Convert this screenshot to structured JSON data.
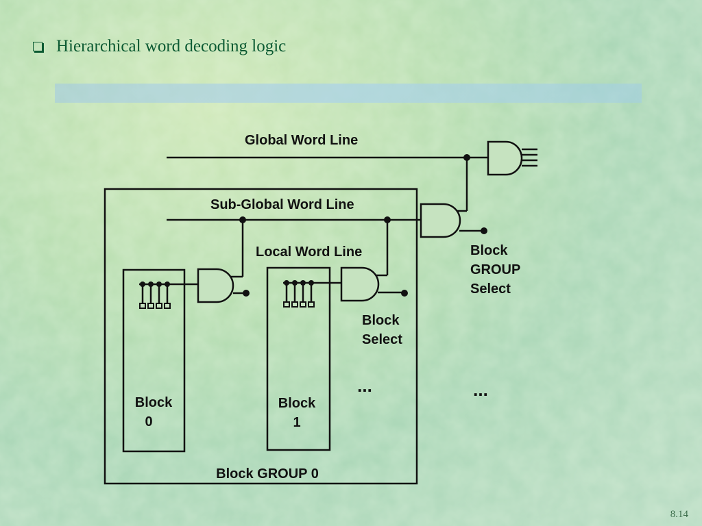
{
  "slide": {
    "title": "Hierarchical word decoding logic",
    "page_number": "8.14"
  },
  "diagram": {
    "labels": {
      "global_word_line": "Global Word Line",
      "sub_global_word_line": "Sub-Global Word Line",
      "local_word_line": "Local Word Line",
      "block_group_select_1": "Block",
      "block_group_select_2": "GROUP",
      "block_group_select_3": "Select",
      "block_select_1": "Block",
      "block_select_2": "Select",
      "block0_1": "Block",
      "block0_2": "0",
      "block1_1": "Block",
      "block1_2": "1",
      "ellipsis_inner": "...",
      "ellipsis_outer": "...",
      "block_group": "Block GROUP 0"
    }
  }
}
